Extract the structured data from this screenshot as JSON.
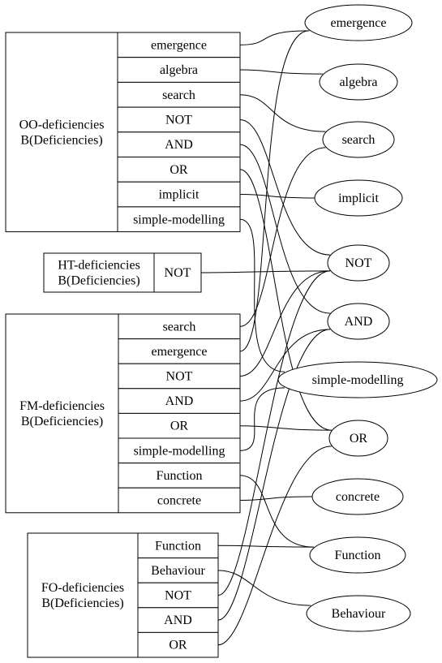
{
  "records": [
    {
      "id": "oo",
      "title_lines": [
        "OO-deficiencies",
        "B(Deficiencies)"
      ],
      "fields": [
        "emergence",
        "algebra",
        "search",
        "NOT",
        "AND",
        "OR",
        "implicit",
        "simple-modelling"
      ]
    },
    {
      "id": "ht",
      "title_lines": [
        "HT-deficiencies",
        "B(Deficiencies)"
      ],
      "fields": [
        "NOT"
      ]
    },
    {
      "id": "fm",
      "title_lines": [
        "FM-deficiencies",
        "B(Deficiencies)"
      ],
      "fields": [
        "search",
        "emergence",
        "NOT",
        "AND",
        "OR",
        "simple-modelling",
        "Function",
        "concrete"
      ]
    },
    {
      "id": "fo",
      "title_lines": [
        "FO-deficiencies",
        "B(Deficiencies)"
      ],
      "fields": [
        "Function",
        "Behaviour",
        "NOT",
        "AND",
        "OR"
      ]
    }
  ],
  "nodes": [
    {
      "id": "emergence",
      "label": "emergence"
    },
    {
      "id": "algebra",
      "label": "algebra"
    },
    {
      "id": "search",
      "label": "search"
    },
    {
      "id": "implicit",
      "label": "implicit"
    },
    {
      "id": "NOT",
      "label": "NOT"
    },
    {
      "id": "AND",
      "label": "AND"
    },
    {
      "id": "simple-modelling",
      "label": "simple-modelling"
    },
    {
      "id": "OR",
      "label": "OR"
    },
    {
      "id": "concrete",
      "label": "concrete"
    },
    {
      "id": "Function",
      "label": "Function"
    },
    {
      "id": "Behaviour",
      "label": "Behaviour"
    }
  ],
  "edges": [
    {
      "from": "oo.emergence",
      "to": "emergence"
    },
    {
      "from": "oo.algebra",
      "to": "algebra"
    },
    {
      "from": "oo.search",
      "to": "search"
    },
    {
      "from": "oo.NOT",
      "to": "NOT"
    },
    {
      "from": "oo.AND",
      "to": "AND"
    },
    {
      "from": "oo.OR",
      "to": "OR"
    },
    {
      "from": "oo.implicit",
      "to": "implicit"
    },
    {
      "from": "oo.simple-modelling",
      "to": "simple-modelling"
    },
    {
      "from": "ht.NOT",
      "to": "NOT"
    },
    {
      "from": "fm.search",
      "to": "search"
    },
    {
      "from": "fm.emergence",
      "to": "emergence"
    },
    {
      "from": "fm.NOT",
      "to": "NOT"
    },
    {
      "from": "fm.AND",
      "to": "AND"
    },
    {
      "from": "fm.OR",
      "to": "OR"
    },
    {
      "from": "fm.simple-modelling",
      "to": "simple-modelling"
    },
    {
      "from": "fm.Function",
      "to": "Function"
    },
    {
      "from": "fm.concrete",
      "to": "concrete"
    },
    {
      "from": "fo.Function",
      "to": "Function"
    },
    {
      "from": "fo.Behaviour",
      "to": "Behaviour"
    },
    {
      "from": "fo.NOT",
      "to": "NOT"
    },
    {
      "from": "fo.AND",
      "to": "AND"
    },
    {
      "from": "fo.OR",
      "to": "OR"
    }
  ]
}
